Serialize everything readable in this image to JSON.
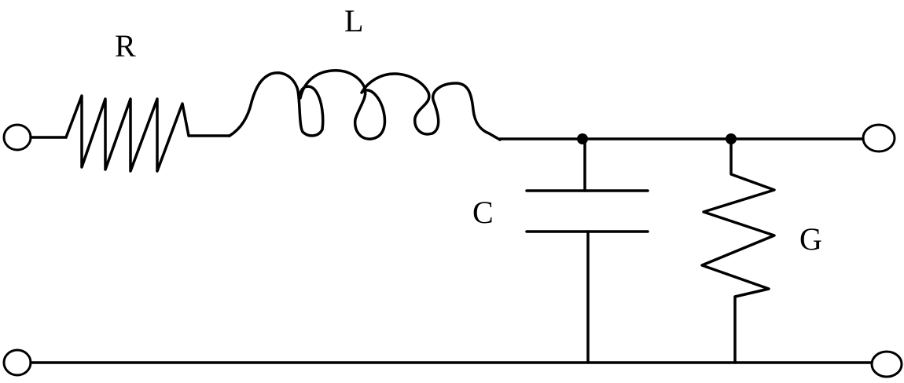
{
  "components": {
    "resistor": {
      "label": "R"
    },
    "inductor": {
      "label": "L"
    },
    "capacitor": {
      "label": "C"
    },
    "conductance": {
      "label": "G"
    }
  },
  "colors": {
    "line": "#000000",
    "background": "#ffffff"
  }
}
